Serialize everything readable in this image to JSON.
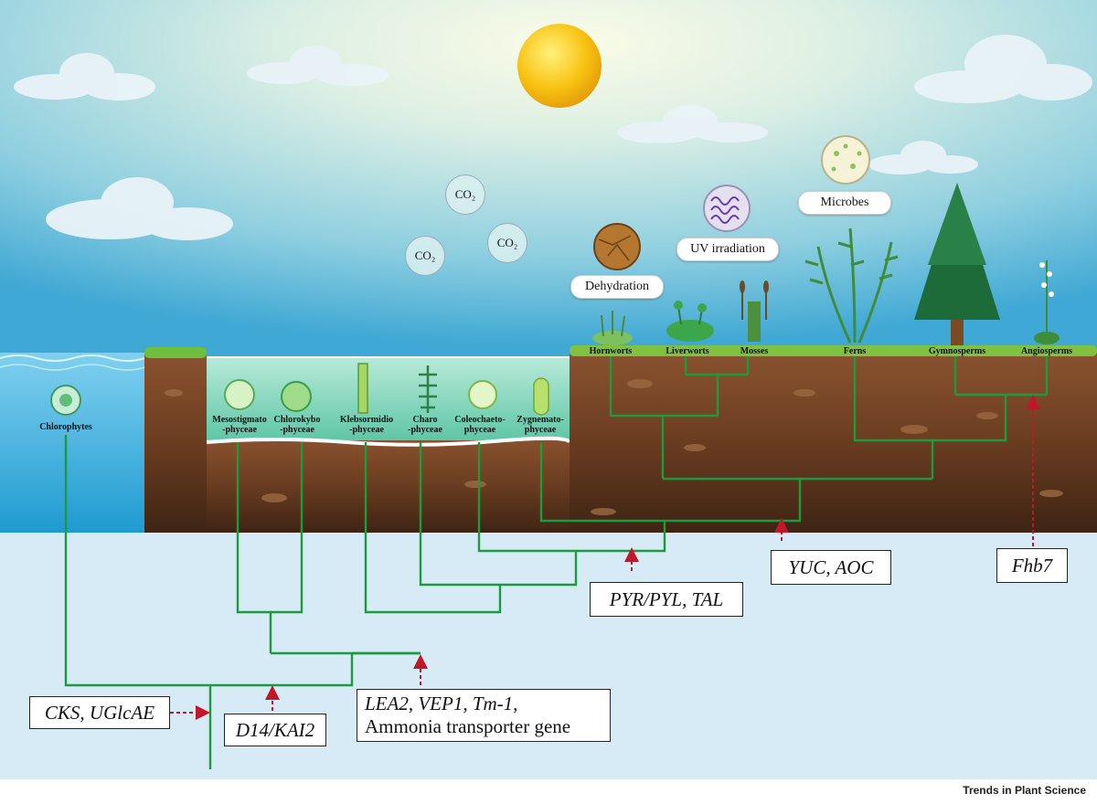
{
  "footer": {
    "journal": "Trends in Plant Science"
  },
  "environment": {
    "co2_labels": [
      "CO₂",
      "CO₂",
      "CO₂"
    ],
    "stressors": [
      "Dehydration",
      "UV irradiation",
      "Microbes"
    ]
  },
  "taxa": {
    "chlorophytes": "Chlorophytes",
    "mesostigmato": [
      "Mesostigmato",
      "-phyceae"
    ],
    "chlorokybo": [
      "Chlorokybo",
      "-phyceae"
    ],
    "klebsormidio": [
      "Klebsormidio",
      "-phyceae"
    ],
    "charo": [
      "Charo",
      "-phyceae"
    ],
    "coleochaeto": [
      "Coleochaeto-",
      "phyceae"
    ],
    "zygnemato": [
      "Zygnemato-",
      "phyceae"
    ],
    "hornworts": "Hornworts",
    "liverworts": "Liverworts",
    "mosses": "Mosses",
    "ferns": "Ferns",
    "gymnosperms": "Gymnosperms",
    "angiosperms": "Angiosperms"
  },
  "genes": {
    "cks": "CKS, UGlcAE",
    "d14": "D14/KAI2",
    "lea2_line1": "LEA2, VEP1, Tm-1,",
    "lea2_line2": "Ammonia transporter gene",
    "pyr": "PYR/PYL, TAL",
    "yuc": "YUC, AOC",
    "fhb7": "Fhb7"
  },
  "colors": {
    "tree": "#1e9a3e",
    "arrow": "#c0182a",
    "sky_top": "#4fb2d8",
    "soil": "#6e3f22"
  }
}
